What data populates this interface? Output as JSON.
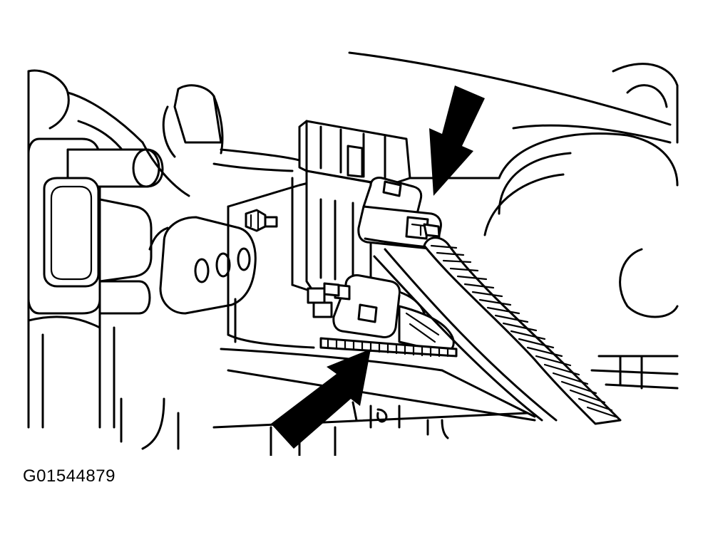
{
  "figure": {
    "reference_code": "G01544879",
    "colors": {
      "line": "#000000",
      "background": "#ffffff"
    },
    "callouts": [
      {
        "icon": "arrow-icon",
        "direction": "down-left",
        "target": "upper-connector"
      },
      {
        "icon": "arrow-icon",
        "direction": "up-right",
        "target": "lower-connector"
      }
    ]
  }
}
